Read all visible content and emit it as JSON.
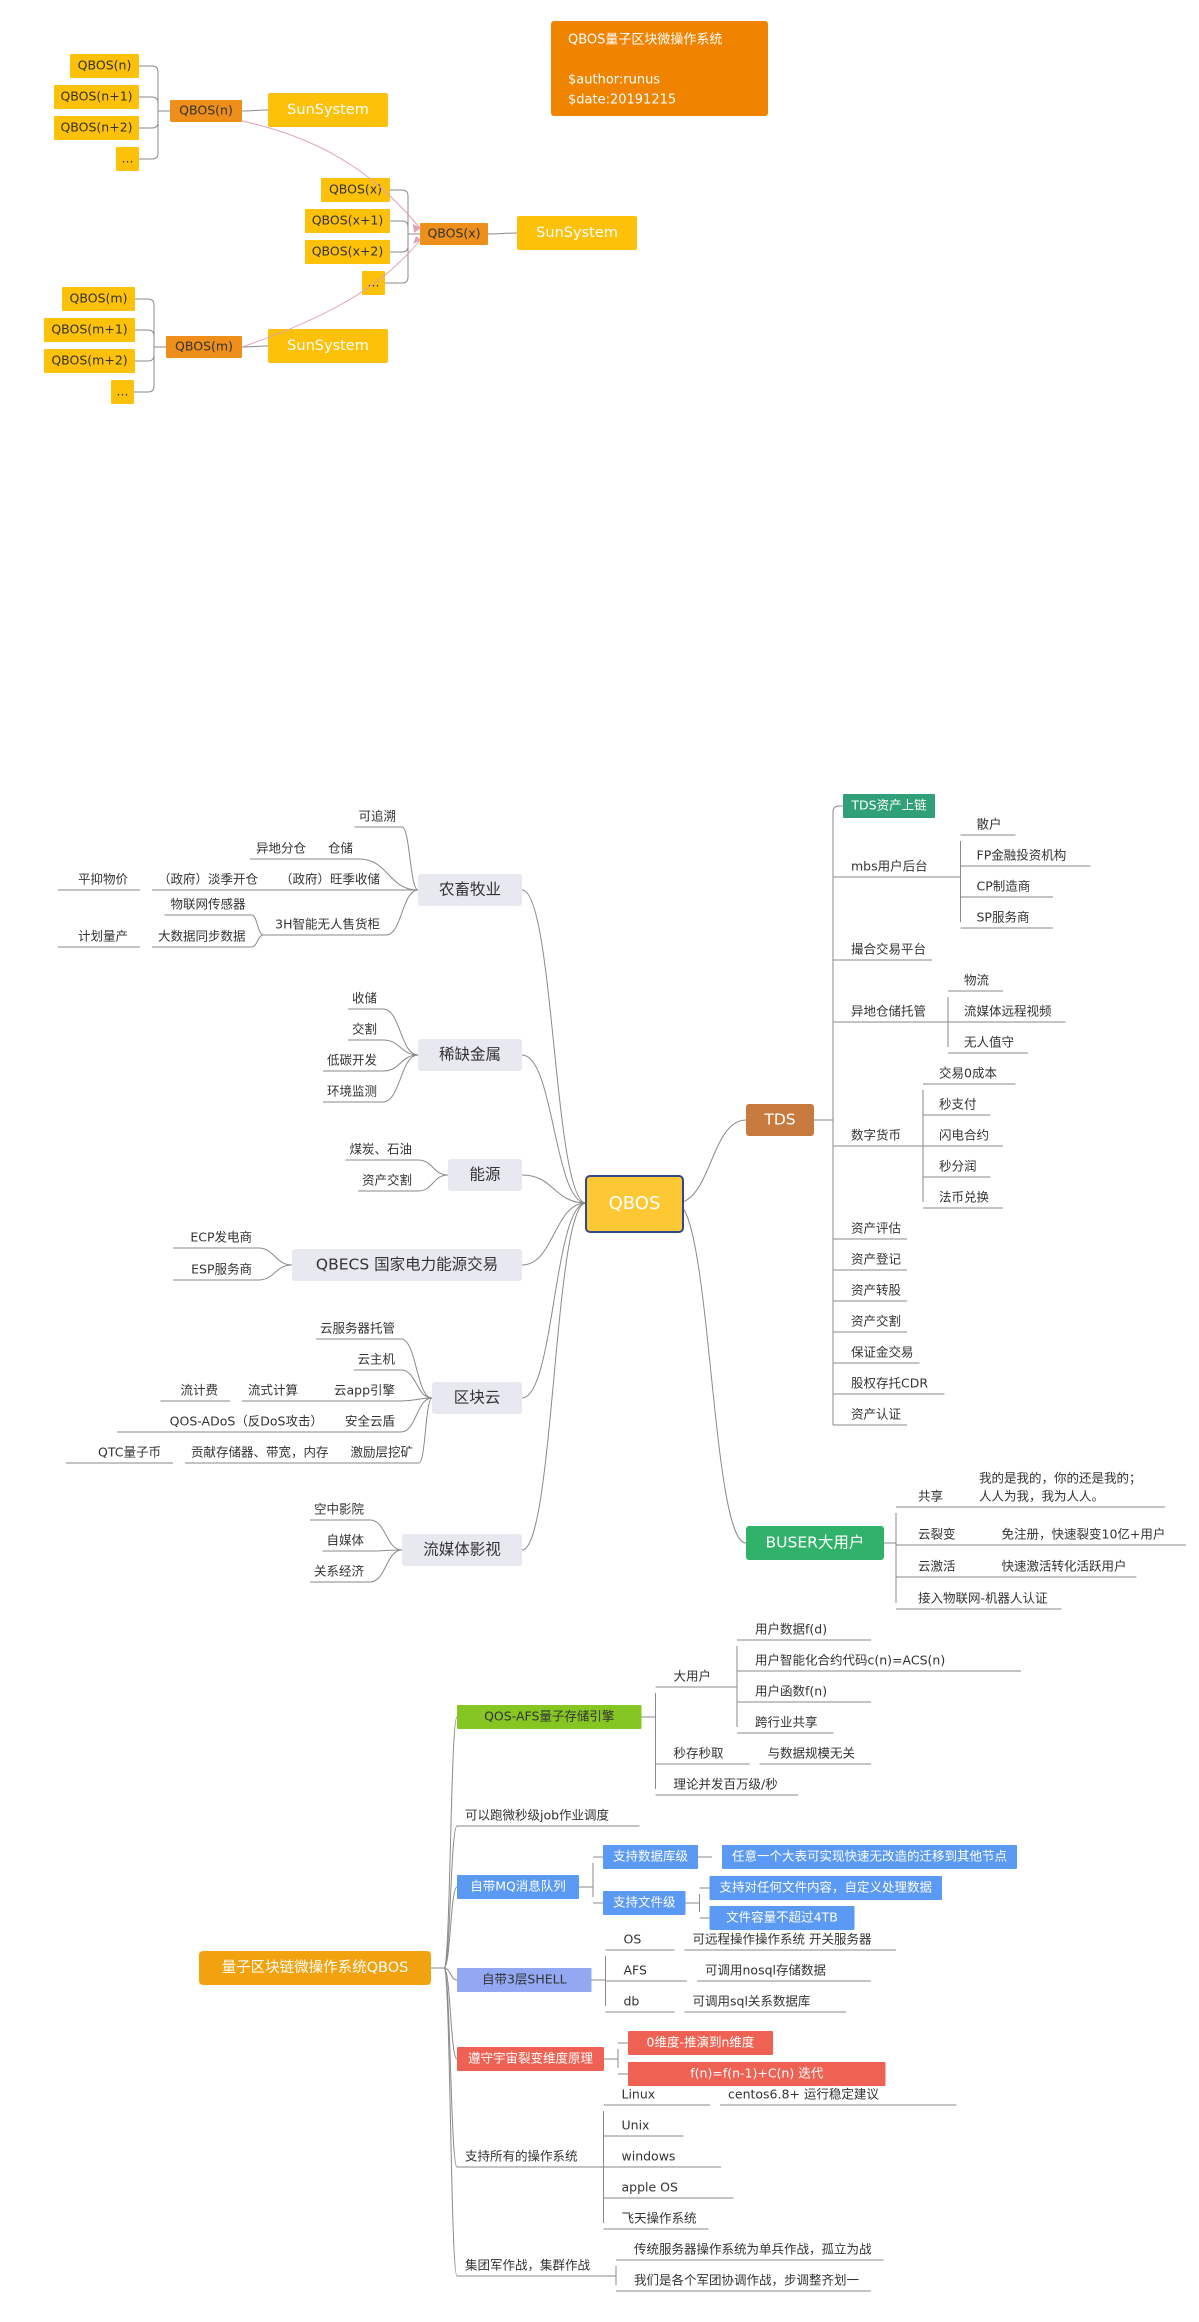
{
  "diagram1": {
    "title_card": {
      "lines": [
        "QBOS量子区块微操作系统",
        "",
        "$author:runus",
        " $date:20191215"
      ],
      "color": "#f08300"
    },
    "groups": [
      {
        "id": "n",
        "leaves": [
          "QBOS(n)",
          "QBOS(n+1)",
          "QBOS(n+2)",
          "..."
        ],
        "node": "QBOS(n)",
        "system": "SunSystem"
      },
      {
        "id": "x",
        "leaves": [
          "QBOS(x)",
          "QBOS(x+1)",
          "QBOS(x+2)",
          "..."
        ],
        "node": "QBOS(x)",
        "system": "SunSystem"
      },
      {
        "id": "m",
        "leaves": [
          "QBOS(m)",
          "QBOS(m+1)",
          "QBOS(m+2)",
          "..."
        ],
        "node": "QBOS(m)",
        "system": "SunSystem"
      }
    ],
    "colors": {
      "leaf": "#fec10a",
      "node": "#ee8f1c",
      "system": "#fec10a",
      "link": "#e0a0b8"
    }
  },
  "diagram2": {
    "center": "QBOS",
    "center_color": "#fdc834",
    "left": [
      {
        "label": "农畜牧业",
        "children": [
          {
            "label": "可追溯"
          },
          {
            "label": "仓储",
            "children": [
              {
                "label": "异地分仓"
              }
            ]
          },
          {
            "label": "（政府）旺季收储",
            "children": [
              {
                "label": "（政府）淡季开仓",
                "children": [
                  {
                    "label": "平抑物价"
                  }
                ]
              }
            ]
          },
          {
            "label": "3H智能无人售货柜",
            "children": [
              {
                "label": "物联网传感器"
              },
              {
                "label": "大数据同步数据",
                "children": [
                  {
                    "label": "计划量产"
                  }
                ]
              }
            ]
          }
        ]
      },
      {
        "label": "稀缺金属",
        "children": [
          {
            "label": "收储"
          },
          {
            "label": "交割"
          },
          {
            "label": "低碳开发"
          },
          {
            "label": "环境监测"
          }
        ]
      },
      {
        "label": "能源",
        "children": [
          {
            "label": "煤炭、石油"
          },
          {
            "label": "资产交割"
          }
        ]
      },
      {
        "label": "QBECS 国家电力能源交易",
        "children": [
          {
            "label": "ECP发电商"
          },
          {
            "label": "ESP服务商"
          }
        ]
      },
      {
        "label": "区块云",
        "children": [
          {
            "label": "云服务器托管"
          },
          {
            "label": "云主机"
          },
          {
            "label": "云app引擎",
            "children": [
              {
                "label": "流式计算",
                "children": [
                  {
                    "label": "流计费"
                  }
                ]
              }
            ]
          },
          {
            "label": "安全云盾",
            "children": [
              {
                "label": "QOS-ADoS（反DoS攻击）"
              }
            ]
          },
          {
            "label": "激励层挖矿",
            "children": [
              {
                "label": "贡献存储器、带宽，内存",
                "children": [
                  {
                    "label": "QTC量子币"
                  }
                ]
              }
            ]
          }
        ]
      },
      {
        "label": "流媒体影视",
        "children": [
          {
            "label": "空中影院"
          },
          {
            "label": "自媒体"
          },
          {
            "label": "关系经济"
          }
        ]
      }
    ],
    "right": [
      {
        "label": "TDS",
        "color": "#c77b3e",
        "children": [
          {
            "label": "TDS资产上链",
            "highlight": true
          },
          {
            "label": "mbs用户后台",
            "children": [
              {
                "label": "散户"
              },
              {
                "label": "FP金融投资机构"
              },
              {
                "label": "CP制造商"
              },
              {
                "label": "SP服务商"
              }
            ]
          },
          {
            "label": "撮合交易平台"
          },
          {
            "label": "异地仓储托管",
            "children": [
              {
                "label": "物流"
              },
              {
                "label": "流媒体远程视频"
              },
              {
                "label": "无人值守"
              }
            ]
          },
          {
            "label": "数字货币",
            "children": [
              {
                "label": "交易0成本"
              },
              {
                "label": "秒支付"
              },
              {
                "label": "闪电合约"
              },
              {
                "label": "秒分润"
              },
              {
                "label": "法币兑换"
              }
            ]
          },
          {
            "label": "资产评估"
          },
          {
            "label": "资产登记"
          },
          {
            "label": "资产转股"
          },
          {
            "label": "资产交割"
          },
          {
            "label": "保证金交易"
          },
          {
            "label": "股权存托CDR"
          },
          {
            "label": "资产认证"
          }
        ]
      },
      {
        "label": "BUSER大用户",
        "color": "#31b26a",
        "children": [
          {
            "label": "共享",
            "children": [
              {
                "label": "我的是我的，你的还是我的；",
                "extra": "人人为我，我为人人。"
              }
            ]
          },
          {
            "label": "云裂变",
            "children": [
              {
                "label": "免注册，快速裂变10亿+用户"
              }
            ]
          },
          {
            "label": "云激活",
            "children": [
              {
                "label": "快速激活转化活跃用户"
              }
            ]
          },
          {
            "label": "接入物联网-机器人认证"
          }
        ]
      }
    ]
  },
  "diagram3": {
    "root": "量子区块链微操作系统QBOS",
    "root_color": "#f2a20f",
    "branches": [
      {
        "label": "QOS-AFS量子存储引擎",
        "box": "#86c623",
        "children": [
          {
            "label": "大用户",
            "children": [
              {
                "label": "用户数据f(d)"
              },
              {
                "label": "用户智能化合约代码c(n)=ACS(n)"
              },
              {
                "label": "用户函数f(n)"
              },
              {
                "label": "跨行业共享"
              }
            ]
          },
          {
            "label": "秒存秒取",
            "children": [
              {
                "label": "与数据规模无关"
              }
            ]
          },
          {
            "label": "理论并发百万级/秒"
          }
        ]
      },
      {
        "label": "可以跑微秒级job作业调度"
      },
      {
        "label": "自带MQ消息队列",
        "box": "#5b9af4",
        "children": [
          {
            "label": "支持数据库级",
            "box": "#5b9af4",
            "children": [
              {
                "label": "任意一个大表可实现快速无改造的迁移到其他节点",
                "box": "#5b9af4"
              }
            ]
          },
          {
            "label": "支持文件级",
            "box": "#5b9af4",
            "children": [
              {
                "label": "支持对任何文件内容，自定义处理数据",
                "box": "#5b9af4"
              },
              {
                "label": "文件容量不超过4TB",
                "box": "#5b9af4"
              }
            ]
          }
        ]
      },
      {
        "label": "自带3层SHELL",
        "box": "#92a8f2",
        "children": [
          {
            "label": "OS",
            "children": [
              {
                "label": "可远程操作操作系统 开关服务器"
              }
            ]
          },
          {
            "label": "AFS",
            "children": [
              {
                "label": "可调用nosql存储数据"
              }
            ]
          },
          {
            "label": "db",
            "children": [
              {
                "label": "可调用sql关系数据库"
              }
            ]
          }
        ]
      },
      {
        "label": "遵守宇宙裂变维度原理",
        "box": "#ef6253",
        "children": [
          {
            "label": "0维度-推演到n维度",
            "box": "#ef6253"
          },
          {
            "label": "f(n)=f(n-1)+C(n) 迭代",
            "box": "#ef6253"
          }
        ]
      },
      {
        "label": "支持所有的操作系统",
        "children": [
          {
            "label": "Linux",
            "children": [
              {
                "label": "centos6.8+ 运行稳定建议"
              }
            ]
          },
          {
            "label": "Unix"
          },
          {
            "label": "windows"
          },
          {
            "label": "apple OS"
          },
          {
            "label": "飞天操作系统"
          }
        ]
      },
      {
        "label": "集团军作战，集群作战",
        "children": [
          {
            "label": "传统服务器操作系统为单兵作战，孤立为战"
          },
          {
            "label": "我们是各个军团协调作战，步调整齐划一"
          }
        ]
      }
    ]
  }
}
